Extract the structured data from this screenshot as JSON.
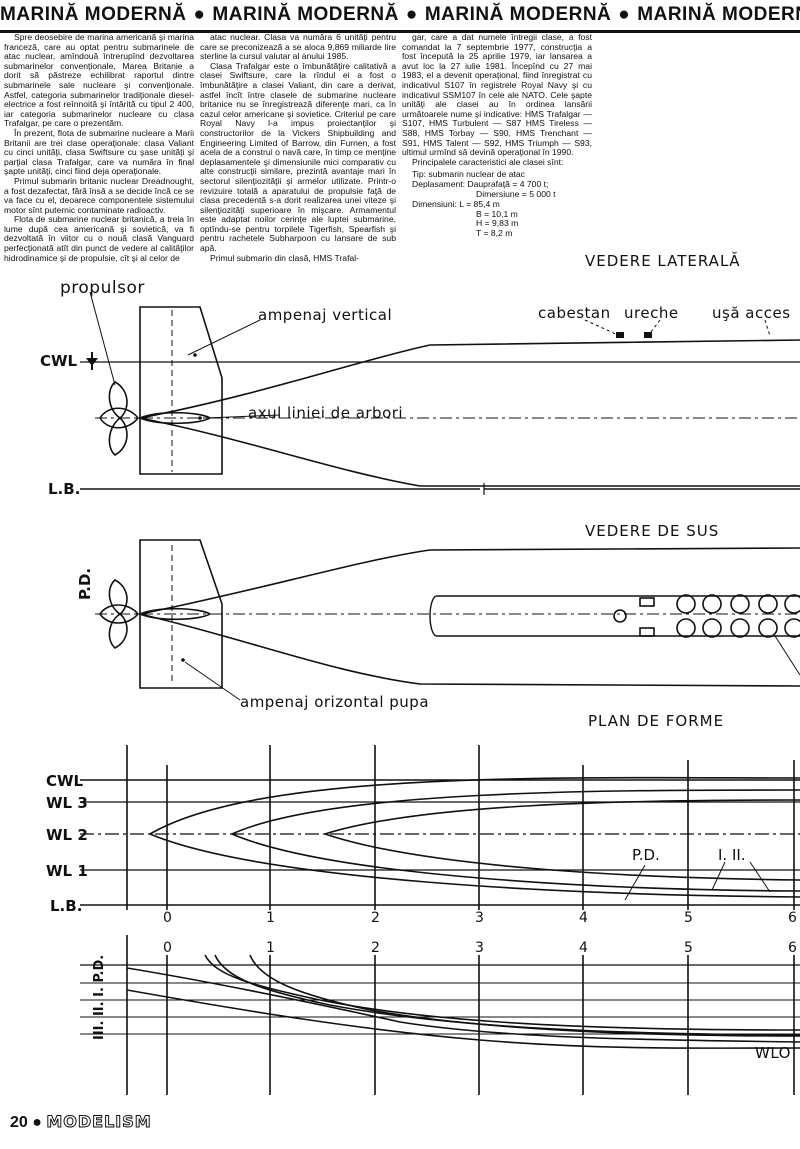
{
  "banner": {
    "items": [
      "MARINĂ MODERNĂ",
      "MARINĂ MODERNĂ",
      "MARINĂ MODERNĂ",
      "MARINĂ MODERNĂ"
    ]
  },
  "article": {
    "col1": [
      "Spre deosebire de marina americană şi marina franceză, care au optat pentru submarinele de atac nuclear, amîndouă întrerupînd dezvoltarea submarinelor convenţionale, Marea Britanie a dorit să păstreze echilibrat raportul dintre submarinele sale nucleare şi convenţionale. Astfel, categoria submarinelor tradiţionale diesel-electrice a fost reînnoită şi întărită cu tipul 2 400, iar categoria submarinelor nucleare cu clasa Trafalgar, pe care o prezentăm.",
      "În prezent, flota de submarine nucleare a Marii Britanii are trei clase operaţionale: clasa Valiant cu cinci unităţi, clasa Swiftsure cu şase unităţi şi parţial clasa Trafalgar, care va număra în final şapte unităţi, cinci fiind deja operaţionale.",
      "Primul submarin britanic nuclear Dreadnought, a fost dezafectat, fără însă a se decide încă ce se va face cu el, deoarece componentele sistemului motor sînt puternic contaminate radioactiv.",
      "Flota de submarine nuclear britanică, a treia în lume după cea americană şi sovietică, va fi dezvoltată în viitor cu o nouă clasă Vanguard perfecţionată atît din punct de vedere al calităţilor hidrodinamice şi de propulsie, cît şi al celor de"
    ],
    "col2": [
      "atac nuclear. Clasa va număra 6 unităţi pentru care se preconizează a se aloca 9,869 miliarde lire sterline la cursul valutar al anului 1985.",
      "Clasa Trafalgar este o îmbunătăţire calitativă a clasei Swiftsure, care la rîndul ei a fost o îmbunătăţire a clasei Valiant, din care a derivat, astfel încît între clasele de submarine nucleare britanice nu se înregistrează diferenţe mari, ca în cazul celor americane şi sovietice. Criteriul pe care Royal Navy l-a impus proiectanţilor şi constructorilor de la Vickers Shipbuilding and Engineering Limited of Barrow, din Furnen, a fost acela de a construi o navă care, în timp ce menţine deplasamentele şi dimensiunile mici comparativ cu alte construcţii similare, prezintă avantaje mari în sectorul silenţiozităţii şi armelor utilizate. Printr-o revizuire totală a aparatului de propulsie faţă de clasa precedentă s-a dorit realizarea unei viteze şi silenţiozităţi superioare în mişcare. Armamentul este adaptat noilor cerinţe ale luptei submarine, optîndu-se pentru torpilele Tigerfish, Spearfish şi pentru rachetele Subharpoon cu lansare de sub apă.",
      "Primul submarin din clasă, HMS Trafal-"
    ],
    "col3": [
      "gar, care a dat numele întregii clase, a fost comandat la 7 septembrie 1977, construcţia a fost începută la 25 aprilie 1979, iar lansarea a avut loc la 27 iulie 1981. Începînd cu 27 mai 1983, el a devenit operaţional, fiind înregistrat cu indicativul S107 în registrele Royal Navy şi cu indicativul SSM107 în cele ale NATO. Cele şapte unităţi ale clasei au în ordinea lansării următoarele nume şi indicative: HMS Trafalgar — S107, HMS Turbulent — S87 HMS Tireless — S88, HMS Torbay — S90, HMS Trenchant — S91, HMS Talent — S92, HMS Triumph — S93, ultimul urmînd să devină operaţional în 1990.",
      "Principalele caracteristici ale clasei sînt:"
    ],
    "specs": [
      "Tip: submarin nuclear de atac",
      "Deplasament: Dauprafaţă = 4 700 t;",
      "Dimersiune = 5 000 t",
      "Dimensiuni: L = 85,4 m",
      "B = 10,1 m",
      "H = 9,83 m",
      "T = 8,2 m"
    ]
  },
  "drawing": {
    "side_title": "VEDERE LATERALĂ",
    "top_title": "VEDERE DE SUS",
    "lines_title": "PLAN DE FORME",
    "propulsor": "propulsor",
    "ampenaj_vertical": "ampenaj vertical",
    "axul": "axul liniei de arbori",
    "cabestan": "cabestan",
    "ureche": "ureche",
    "usa": "uşă acces",
    "cwl": "CWL",
    "lb": "L.B.",
    "pd_side": "P.D.",
    "ampenaj_orizontal": "ampenaj orizontal pupa",
    "waterlines": [
      "CWL",
      "WL 3",
      "WL 2",
      "WL 1",
      "L.B."
    ],
    "stations": [
      "0",
      "1",
      "2",
      "3",
      "4",
      "5",
      "6"
    ],
    "station_labels_top": [
      "0",
      "1",
      "2",
      "3",
      "4",
      "5",
      "6"
    ],
    "pd_label": "P.D.",
    "i_ii": "I. II.",
    "buttocks_label": "III. II. I. P.D.",
    "wlo": "WLO"
  },
  "footer": {
    "page": "20",
    "magazine": "MODELISM"
  }
}
